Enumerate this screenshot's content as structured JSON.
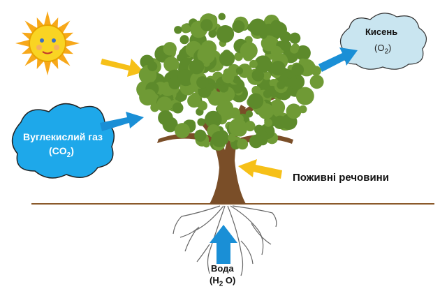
{
  "labels": {
    "co2_name": "Вуглекислий газ",
    "co2_formula_prefix": "(CO",
    "co2_formula_sub": "2",
    "co2_formula_suffix": ")",
    "o2_name": "Кисень",
    "o2_formula_prefix": "(O",
    "o2_formula_sub": "2",
    "o2_formula_suffix": ")",
    "nutrients": "Поживні речовини",
    "water_name": "Вода",
    "water_formula_prefix": "(H",
    "water_formula_sub": "2",
    "water_formula_suffix": " O)"
  },
  "colors": {
    "sun": "#f7c21a",
    "yellow_arrow": "#f6c018",
    "blue_arrow": "#1a8fd6",
    "co2_cloud": "#1ea8ea",
    "o2_cloud": "#c9e5f0",
    "foliage": "#5d8a2b",
    "trunk": "#7a4e28",
    "ground": "#8b5a2b"
  }
}
